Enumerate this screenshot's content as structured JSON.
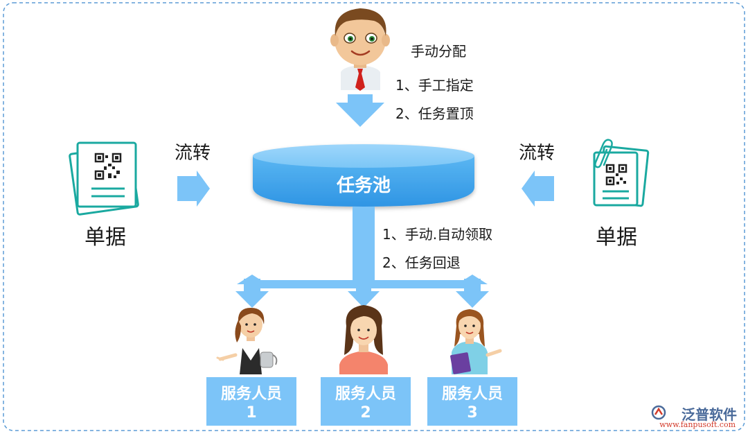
{
  "colors": {
    "border": "#5b9bd5",
    "arrow": "#7cc4f8",
    "pool_dark": "#3a9fe9",
    "pool_light": "#8ccdf8",
    "doc": "#1aa9a0",
    "box": "#7cc4f8",
    "text": "#1a1a1a"
  },
  "manager": {
    "title": "手动分配",
    "item1": "1、手工指定",
    "item2": "2、任务置顶"
  },
  "left_doc": {
    "flow_label": "流转",
    "label": "单据"
  },
  "right_doc": {
    "flow_label": "流转",
    "label": "单据"
  },
  "pool": {
    "label": "任务池",
    "item1": "1、手动.自动领取",
    "item2": "2、任务回退"
  },
  "staff": [
    {
      "line1": "服务人员",
      "line2": "1"
    },
    {
      "line1": "服务人员",
      "line2": "2"
    },
    {
      "line1": "服务人员",
      "line2": "3"
    }
  ],
  "watermark": {
    "name": "泛普软件",
    "url": "www.fanpusoft.com"
  }
}
